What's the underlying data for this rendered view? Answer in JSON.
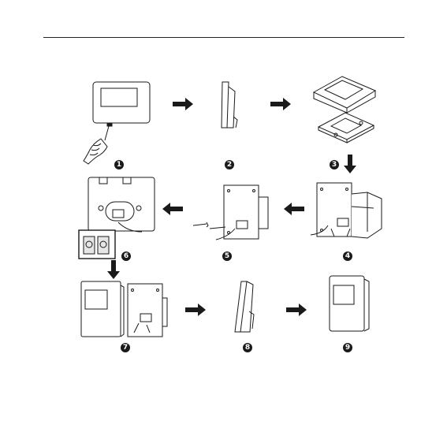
{
  "diagram": {
    "steps": [
      {
        "label": "1"
      },
      {
        "label": "2"
      },
      {
        "label": "3"
      },
      {
        "label": "4"
      },
      {
        "label": "5"
      },
      {
        "label": "6"
      },
      {
        "label": "7"
      },
      {
        "label": "8"
      },
      {
        "label": "9"
      }
    ],
    "colors": {
      "ink": "#1a1a1a",
      "paper": "#ffffff",
      "shade": "#e6e6e6"
    }
  }
}
